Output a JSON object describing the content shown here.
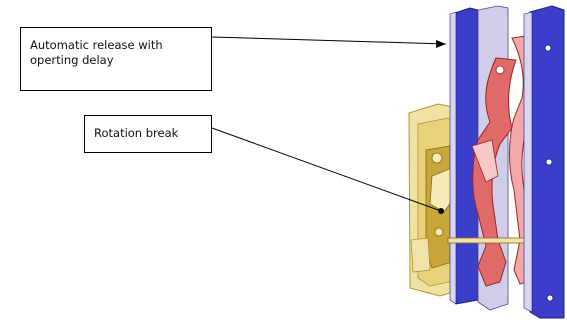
{
  "annotations": [
    {
      "id": "automatic-release",
      "text": "Automatic release with operting delay"
    },
    {
      "id": "rotation-break",
      "text": "Rotation break"
    }
  ],
  "colors": {
    "frame_plate": "#3a3ec8",
    "frame_plate_dark": "#22248a",
    "frame_light": "#d8d6ee",
    "lever": "#e06a6a",
    "lever_light": "#f2a8a8",
    "bracket": "#efe2a2",
    "bracket_dark": "#c8a63a",
    "leader_line": "#000000"
  }
}
